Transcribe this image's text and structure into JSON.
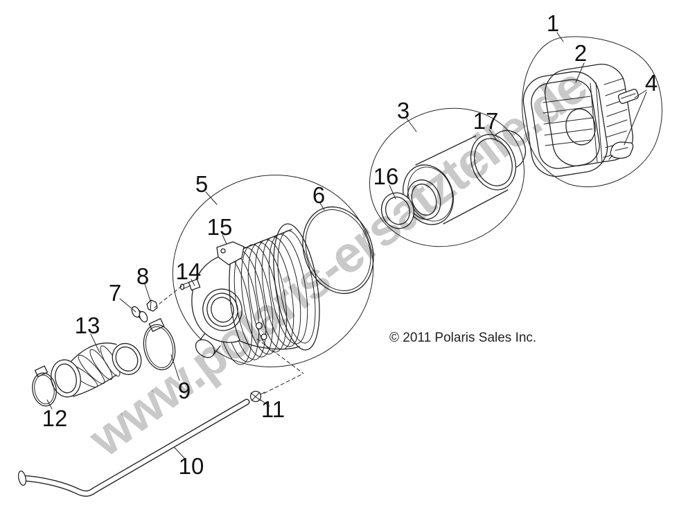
{
  "page": {
    "background": "#ffffff",
    "line_color": "#222222"
  },
  "watermark": {
    "text": "www.polaris-ersatzteile.de",
    "color": "#c9c9c9"
  },
  "copyright": {
    "text": "© 2011 Polaris Sales Inc."
  },
  "diagram": {
    "type": "exploded-parts-diagram",
    "labels": [
      "1",
      "2",
      "3",
      "4",
      "5",
      "6",
      "7",
      "8",
      "9",
      "10",
      "11",
      "12",
      "13",
      "14",
      "15",
      "16",
      "17"
    ]
  }
}
